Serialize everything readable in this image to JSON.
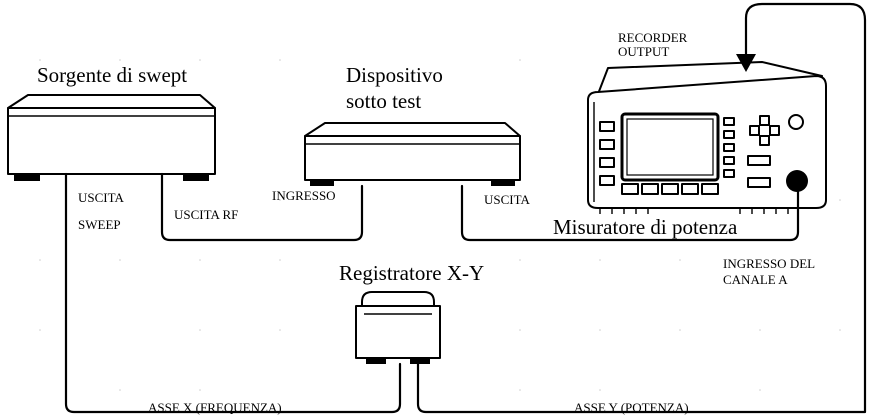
{
  "labels": {
    "source": "Sorgente di swept",
    "dut_line1": "Dispositivo",
    "dut_line2": "sotto test",
    "recorder_output_line1": "RECORDER",
    "recorder_output_line2": "OUTPUT",
    "sweep_out_line1": "USCITA",
    "sweep_out_line2": "SWEEP",
    "rf_out": "USCITA RF",
    "dut_in": "INGRESSO",
    "dut_out": "USCITA",
    "power_meter": "Misuratore di potenza",
    "channel_a_line1": "INGRESSO DEL",
    "channel_a_line2": "CANALE A",
    "xy_recorder": "Registratore X-Y",
    "x_axis": "ASSE X (FREQUENZA)",
    "y_axis": "ASSE Y (POTENZA)"
  },
  "icons": {
    "source_instrument": "swept-source-icon",
    "dut_instrument": "dut-box-icon",
    "power_meter_instrument": "power-meter-icon",
    "xy_recorder_instrument": "xy-recorder-icon"
  }
}
